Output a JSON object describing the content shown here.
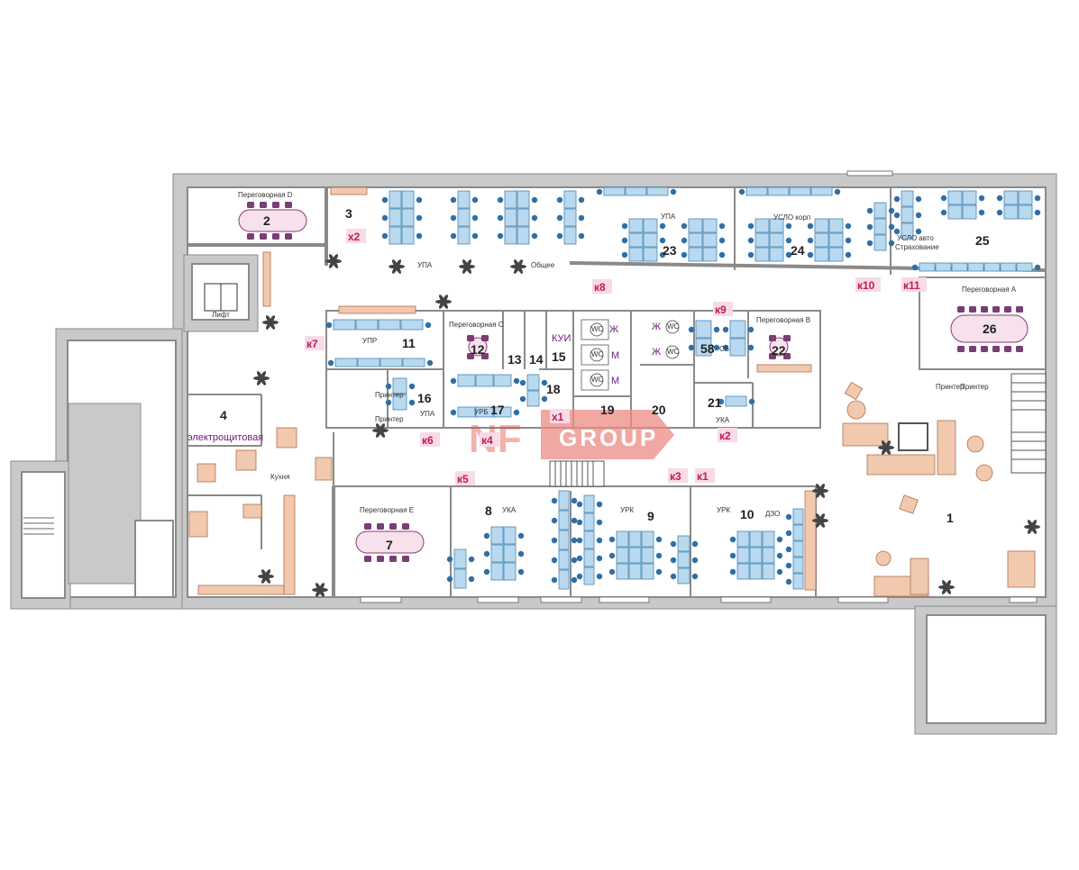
{
  "rooms": {
    "r1": "1",
    "r2": "2",
    "r3": "3",
    "r4": "4",
    "r7": "7",
    "r8": "8",
    "r9": "9",
    "r10": "10",
    "r11": "11",
    "r12": "12",
    "r13": "13",
    "r14": "14",
    "r15": "15",
    "r16": "16",
    "r17": "17",
    "r18": "18",
    "r19": "19",
    "r20": "20",
    "r21": "21",
    "r22": "22",
    "r23": "23",
    "r24": "24",
    "r25": "25",
    "r26": "26",
    "r58": "58"
  },
  "labels": {
    "meeting_d": "Переговорная D",
    "meeting_c": "Переговорная C",
    "meeting_b": "Переговорная B",
    "meeting_a": "Переговорная A",
    "meeting_e": "Переговорная E",
    "upa_1": "УПА",
    "upa_2": "УПА",
    "upa_3": "УПА",
    "obshchee": "Общее",
    "uslo_korp": "УСЛО корп",
    "uslo_auto_1": "УСЛО авто",
    "uslo_auto_2": "Страхование",
    "upr": "УПР",
    "kui": "КУИ",
    "sb": "СБ",
    "uka_1": "УКА",
    "uka_2": "УКА",
    "urb": "УРБ",
    "urk_1": "УРК",
    "urk_2": "УРК",
    "dzo": "ДЗО",
    "elektro": "электрощитовая",
    "wc": "WC",
    "zh": "Ж",
    "m": "М",
    "printer": "Принтер",
    "kitchen": "Кухня",
    "lift": "Лифт"
  },
  "badges": {
    "x1": "х1",
    "x2": "х2",
    "k1": "к1",
    "k2": "к2",
    "k3": "к3",
    "k4": "к4",
    "k5": "к5",
    "k6": "к6",
    "k7": "к7",
    "k8": "к8",
    "k9": "к9",
    "k10": "к10",
    "k11": "к11"
  },
  "watermark": {
    "brand": "NF",
    "group": "GROUP"
  },
  "colors": {
    "wall": "#c9c9c9",
    "desk": "#b8d9ef",
    "chair": "#2f6fa6",
    "meeting_table": "#f6e1ec",
    "badge_text": "#c2185b",
    "label_purple": "#6a1b7a",
    "furniture_lounge": "#f0c9ae",
    "watermark": "#e5453d"
  }
}
